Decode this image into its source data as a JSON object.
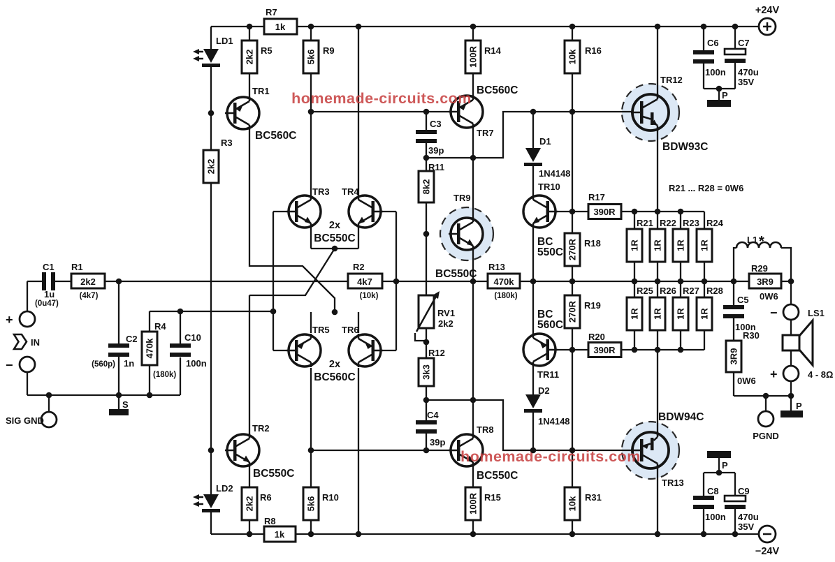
{
  "watermark": "homemade-circuits.com",
  "note": "R21 ... R28 = 0W6",
  "power": {
    "positive": "+24V",
    "negative": "−24V"
  },
  "input": {
    "plus": "+",
    "minus": "−",
    "label": "IN",
    "sig_gnd": "SIG GND"
  },
  "grounds": {
    "s": "S",
    "p": "P",
    "pgnd": "PGND"
  },
  "speaker": {
    "label": "LS1",
    "impedance": "4 - 8Ω",
    "plus": "+",
    "minus": "−"
  },
  "inductor": {
    "label": "L1",
    "footnote": "*"
  },
  "resistors": {
    "R1": {
      "label": "R1",
      "value": "2k2",
      "alt": "(4k7)"
    },
    "R2": {
      "label": "R2",
      "value": "4k7",
      "alt": "(10k)"
    },
    "R3": {
      "label": "R3",
      "value": "2k2"
    },
    "R4": {
      "label": "R4",
      "value": "470k",
      "alt": "(180k)"
    },
    "R5": {
      "label": "R5",
      "value": "2k2"
    },
    "R6": {
      "label": "R6",
      "value": "2k2"
    },
    "R7": {
      "label": "R7",
      "value": "1k"
    },
    "R8": {
      "label": "R8",
      "value": "1k"
    },
    "R9": {
      "label": "R9",
      "value": "5k6"
    },
    "R10": {
      "label": "R10",
      "value": "5k6"
    },
    "R11": {
      "label": "R11",
      "value": "8k2"
    },
    "R12": {
      "label": "R12",
      "value": "3k3"
    },
    "R13": {
      "label": "R13",
      "value": "470k",
      "alt": "(180k)"
    },
    "R14": {
      "label": "R14",
      "value": "100R"
    },
    "R15": {
      "label": "R15",
      "value": "100R"
    },
    "R16": {
      "label": "R16",
      "value": "10k"
    },
    "R17": {
      "label": "R17",
      "value": "390R"
    },
    "R18": {
      "label": "R18",
      "value": "270R"
    },
    "R19": {
      "label": "R19",
      "value": "270R"
    },
    "R20": {
      "label": "R20",
      "value": "390R"
    },
    "R21": {
      "label": "R21",
      "value": "1R"
    },
    "R22": {
      "label": "R22",
      "value": "1R"
    },
    "R23": {
      "label": "R23",
      "value": "1R"
    },
    "R24": {
      "label": "R24",
      "value": "1R"
    },
    "R25": {
      "label": "R25",
      "value": "1R"
    },
    "R26": {
      "label": "R26",
      "value": "1R"
    },
    "R27": {
      "label": "R27",
      "value": "1R"
    },
    "R28": {
      "label": "R28",
      "value": "1R"
    },
    "R29": {
      "label": "R29",
      "value": "3R9",
      "rating": "0W6"
    },
    "R30": {
      "label": "R30",
      "value": "3R9",
      "rating": "0W6"
    },
    "R31": {
      "label": "R31",
      "value": "10k"
    },
    "RV1": {
      "label": "RV1",
      "value": "2k2"
    }
  },
  "capacitors": {
    "C1": {
      "label": "C1",
      "value": "1u",
      "alt": "(0u47)"
    },
    "C2": {
      "label": "C2",
      "value": "1n",
      "alt": "(560p)"
    },
    "C3": {
      "label": "C3",
      "value": "39p"
    },
    "C4": {
      "label": "C4",
      "value": "39p"
    },
    "C5": {
      "label": "C5",
      "value": "100n"
    },
    "C6": {
      "label": "C6",
      "value": "100n"
    },
    "C7": {
      "label": "C7",
      "value": "470u",
      "voltage": "35V"
    },
    "C8": {
      "label": "C8",
      "value": "100n"
    },
    "C9": {
      "label": "C9",
      "value": "470u",
      "voltage": "35V"
    },
    "C10": {
      "label": "C10",
      "value": "100n"
    }
  },
  "diodes": {
    "D1": {
      "label": "D1",
      "type": "1N4148"
    },
    "D2": {
      "label": "D2",
      "type": "1N4148"
    },
    "LD1": {
      "label": "LD1"
    },
    "LD2": {
      "label": "LD2"
    }
  },
  "transistors": {
    "TR1": {
      "label": "TR1",
      "type": "BC560C"
    },
    "TR2": {
      "label": "TR2",
      "type": "BC550C"
    },
    "TR3_TR4": {
      "a": "TR3",
      "b": "TR4",
      "qty": "2x",
      "type": "BC550C"
    },
    "TR5_TR6": {
      "a": "TR5",
      "b": "TR6",
      "qty": "2x",
      "type": "BC560C"
    },
    "TR7": {
      "label": "TR7",
      "type": "BC560C"
    },
    "TR8": {
      "label": "TR8",
      "type": "BC550C"
    },
    "TR9": {
      "label": "TR9",
      "type": "BC550C"
    },
    "TR10": {
      "label": "TR10",
      "type1": "BC",
      "type2": "550C"
    },
    "TR11": {
      "label": "TR11",
      "type1": "BC",
      "type2": "560C"
    },
    "TR12": {
      "label": "TR12",
      "type": "BDW93C"
    },
    "TR13": {
      "label": "TR13",
      "type": "BDW94C"
    }
  }
}
